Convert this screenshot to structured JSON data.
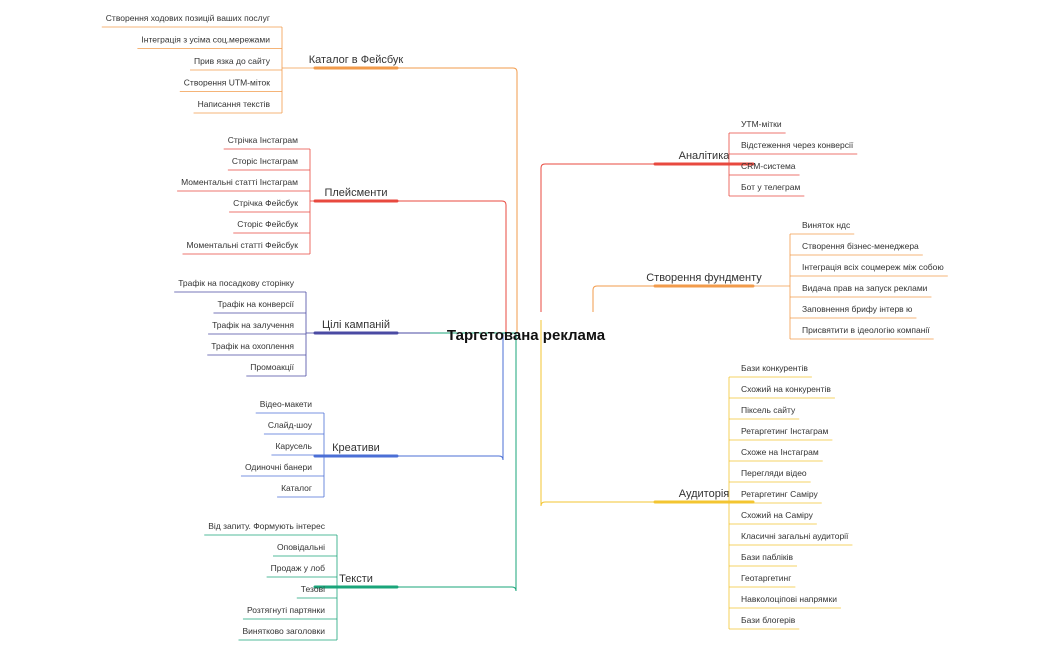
{
  "root": {
    "label": "Таргетована реклама"
  },
  "branches": [
    {
      "id": "catalog",
      "label": "Каталог в Фейсбук",
      "side": "left",
      "color": "#f29b4b",
      "items": [
        "Створення ходових позицій ваших послуг",
        "Інтеграція з усіма соц.мережами",
        "Прив язка до сайту",
        "Створення UTM-міток",
        "Написання текстів"
      ]
    },
    {
      "id": "placements",
      "label": "Плейсменти",
      "side": "left",
      "color": "#e8493f",
      "items": [
        "Стрічка Інстаграм",
        "Сторіс Інстаграм",
        "Моментальні статті Інстаграм",
        "Стрічка Фейсбук",
        "Сторіс Фейсбук",
        "Моментальні статті Фейсбук"
      ]
    },
    {
      "id": "goals",
      "label": "Цілі кампаній",
      "side": "left",
      "color": "#4a4aa3",
      "items": [
        "Трафік на посадкову сторінку",
        "Трафік на конверсії",
        "Трафік на залучення",
        "Трафік на охоплення",
        "Промоакції"
      ]
    },
    {
      "id": "creatives",
      "label": "Креативи",
      "side": "left",
      "color": "#4b6fd6",
      "items": [
        "Відео-макети",
        "Слайд-шоу",
        "Карусель",
        "Одиночні банери",
        "Каталог"
      ]
    },
    {
      "id": "texts",
      "label": "Тексти",
      "side": "left",
      "color": "#1aa57a",
      "items": [
        "Від запиту. Формують інтерес",
        "Оповідальні",
        "Продаж у лоб",
        "Тезові",
        "Розтягнуті партянки",
        "Винятково заголовки"
      ]
    },
    {
      "id": "analytics",
      "label": "Аналітика",
      "side": "right",
      "color": "#e8493f",
      "items": [
        "УТМ-мітки",
        "Відстеження через конверсії",
        "CRM-система",
        "Бот у телеграм"
      ]
    },
    {
      "id": "foundation",
      "label": "Створення фундменту",
      "side": "right",
      "color": "#f29b4b",
      "items": [
        "Виняток ндс",
        "Створення бізнес-менеджера",
        "Інтеграція всіх соцмереж між собою",
        "Видача прав на запуск реклами",
        "Заповнення брифу інтерв ю",
        "Присвятити в ідеологію компанії"
      ]
    },
    {
      "id": "audiences",
      "label": "Аудиторія",
      "side": "right",
      "color": "#f3c531",
      "items": [
        "Бази конкурентів",
        "Схожий на конкурентів",
        "Піксель сайту",
        "Ретаргетинг Інстаграм",
        "Схоже на Інстаграм",
        "Перегляди відео",
        "Ретаргетинг Саміру",
        "Схожий на Саміру",
        "Класичні загальні аудиторії",
        "Бази пабліків",
        "Геотаргетинг",
        "Навколоціпові напрямки",
        "Бази блогерів"
      ]
    }
  ]
}
